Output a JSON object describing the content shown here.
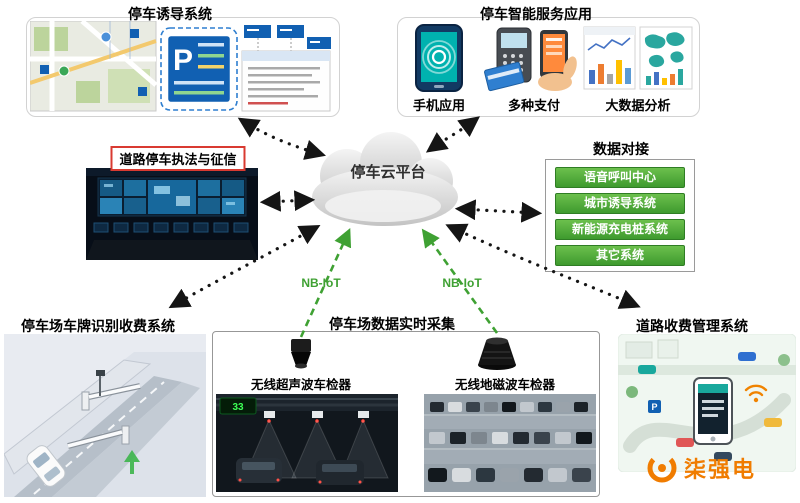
{
  "cloud": {
    "title": "停车云平台"
  },
  "guidance": {
    "title": "停车诱导系统",
    "sign_letter": "P"
  },
  "smart_service": {
    "title": "停车智能服务应用",
    "items": [
      "手机应用",
      "多种支付",
      "大数据分析"
    ]
  },
  "enforcement": {
    "title": "道路停车执法与征信"
  },
  "data_integration": {
    "title": "数据对接",
    "items": [
      "语音呼叫中心",
      "城市诱导系统",
      "新能源充电桩系统",
      "其它系统"
    ]
  },
  "plate_system": {
    "title": "停车场车牌识别收费系统"
  },
  "collection": {
    "title": "停车场数据实时采集",
    "detectors": [
      "无线超声波车检器",
      "无线地磁波车检器"
    ],
    "led_text": "33"
  },
  "road_toll": {
    "title": "道路收费管理系统"
  },
  "nbiot_label": "NB-IoT",
  "logo": {
    "text": "柒强电"
  },
  "colors": {
    "arrow_black": "#151515",
    "arrow_green": "#3fa133",
    "sign_blue": "#1160b2",
    "item_green": "#3e9a2e",
    "logo_orange": "#f07c00"
  }
}
